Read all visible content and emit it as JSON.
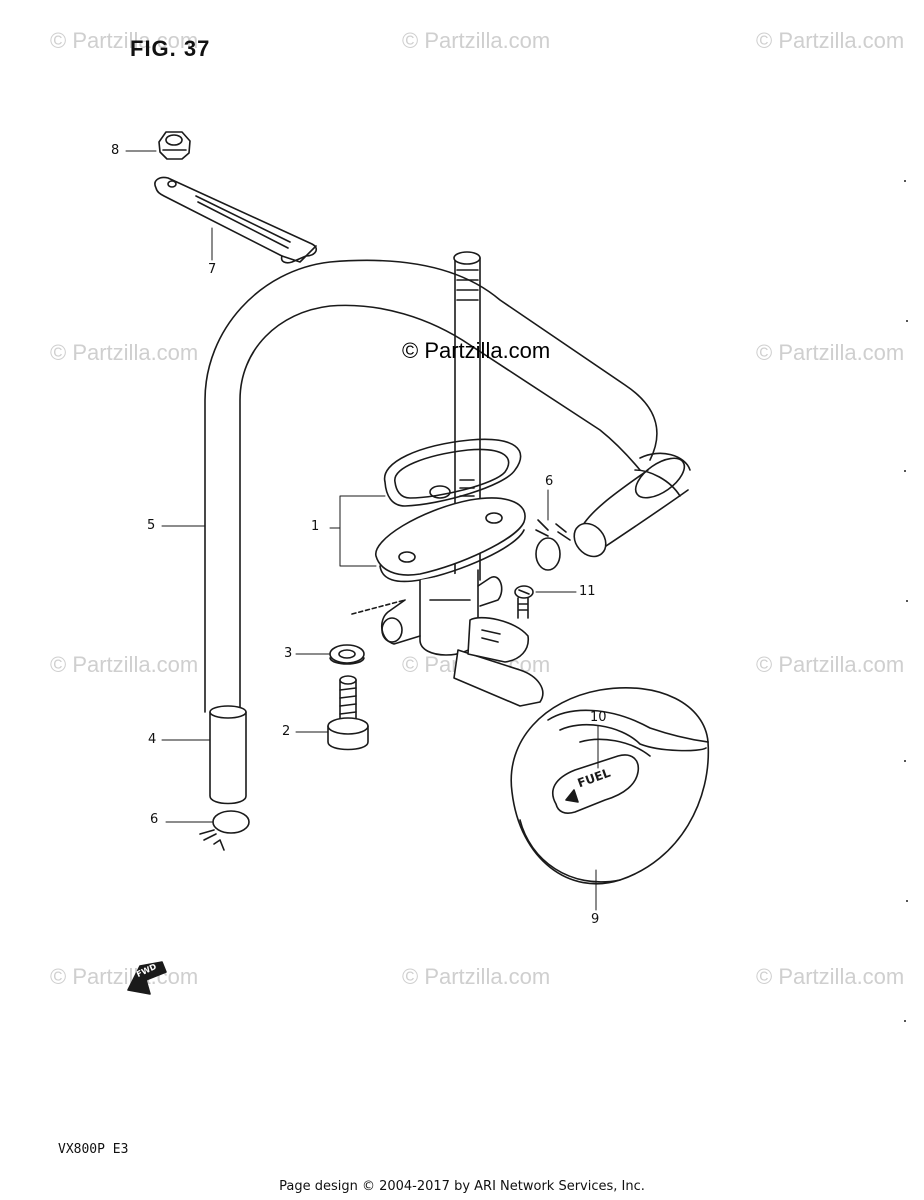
{
  "figure": {
    "title": "FIG. 37",
    "model_code": "VX800P E3"
  },
  "watermark": {
    "text": "© Partzilla.com",
    "center_text": "© Partzilla.com"
  },
  "footer": {
    "text": "Page design © 2004-2017 by ARI Network Services, Inc."
  },
  "callouts": {
    "c1": "1",
    "c2": "2",
    "c3": "3",
    "c4": "4",
    "c5": "5",
    "c6a": "6",
    "c6b": "6",
    "c7": "7",
    "c8": "8",
    "c9": "9",
    "c10": "10",
    "c11": "11"
  },
  "parts": {
    "knob_label": "FUEL",
    "fwd_label": "FWD"
  }
}
